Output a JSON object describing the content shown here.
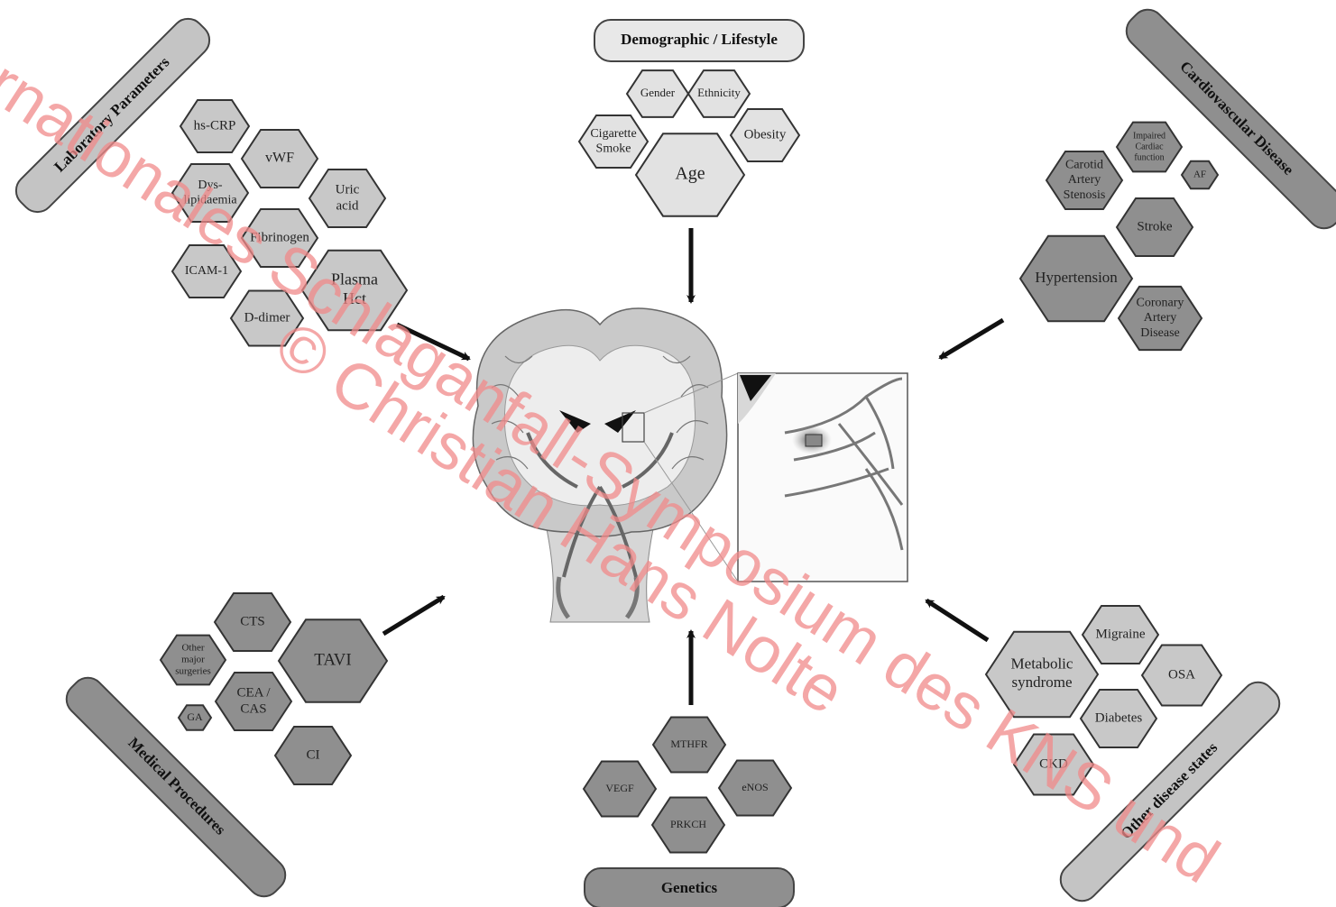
{
  "categories": {
    "demographic": "Demographic / Lifestyle",
    "laboratory": "Laboratory Parameters",
    "cardiovascular": "Cardiovascular Disease",
    "medical": "Medical Procedures",
    "genetics": "Genetics",
    "other": "Other disease states"
  },
  "demographic_items": {
    "gender": "Gender",
    "ethnicity": "Ethnicity",
    "cigarette": [
      "Cigarette",
      "Smoke"
    ],
    "obesity": "Obesity",
    "age": "Age"
  },
  "laboratory_items": {
    "hscrp": "hs-CRP",
    "vwf": "vWF",
    "dys": [
      "Dys-",
      "lipidaemia"
    ],
    "uric": [
      "Uric",
      "acid"
    ],
    "fibrinogen": "Fibrinogen",
    "icam": "ICAM-1",
    "ddimer": "D-dimer",
    "plasma": [
      "Plasma",
      "Hct"
    ]
  },
  "cardio_items": {
    "impaired": [
      "Impaired",
      "Cardiac",
      "function"
    ],
    "af": "AF",
    "carotid": [
      "Carotid",
      "Artery",
      "Stenosis"
    ],
    "stroke": "Stroke",
    "hypertension": "Hypertension",
    "cad": [
      "Coronary",
      "Artery",
      "Disease"
    ]
  },
  "medical_items": {
    "cts": "CTS",
    "other": [
      "Other",
      "major",
      "surgeries"
    ],
    "tavi": "TAVI",
    "cea": [
      "CEA /",
      "CAS"
    ],
    "ga": "GA",
    "ci": "CI"
  },
  "genetics_items": {
    "mthfr": "MTHFR",
    "vegf": "VEGF",
    "enos": "eNOS",
    "prkch": "PRKCH"
  },
  "other_items": {
    "metabolic": [
      "Metabolic",
      "syndrome"
    ],
    "migraine": "Migraine",
    "osa": "OSA",
    "diabetes": "Diabetes",
    "ckd": "CKD"
  },
  "watermark": "Internationales Schlaganfall-Symposium des KNS und",
  "watermark_copyright": "© Christian Hans Nolte",
  "colors": {
    "light_hex": "#e2e2e2",
    "dark_hex": "#8f8f8f",
    "medium_hex": "#c8c8c8",
    "outline": "#333333",
    "watermark": "#f08a8a"
  }
}
